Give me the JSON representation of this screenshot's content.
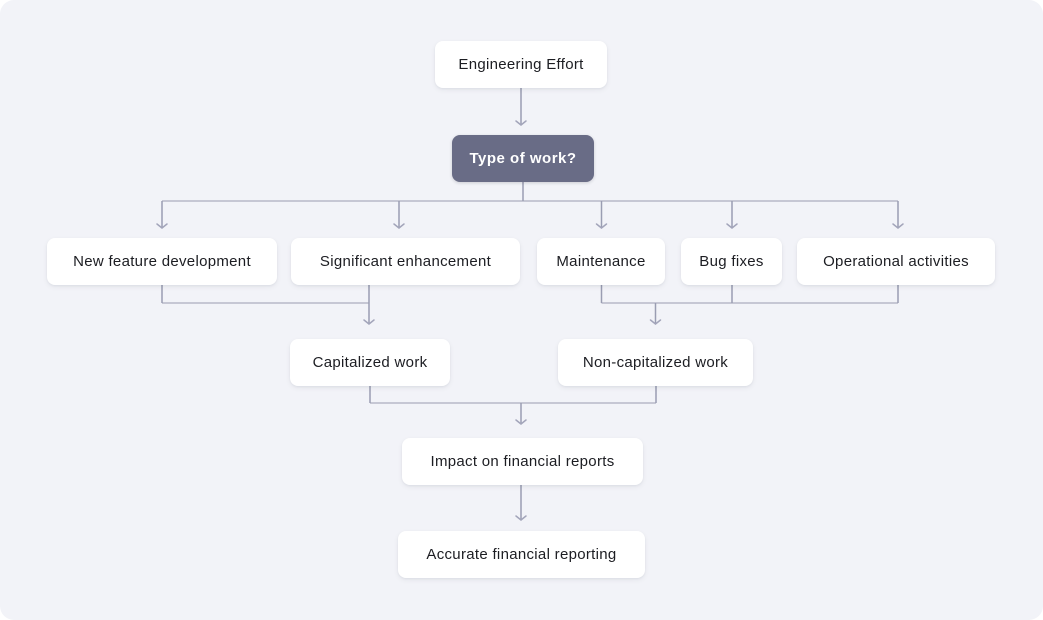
{
  "diagram": {
    "title_hint": "Engineering effort capitalization flowchart",
    "nodes": {
      "engineering_effort": {
        "label": "Engineering Effort",
        "variant": "default"
      },
      "type_of_work": {
        "label": "Type of work?",
        "variant": "decision"
      },
      "new_feature": {
        "label": "New feature development",
        "variant": "default"
      },
      "significant_enhancement": {
        "label": "Significant enhancement",
        "variant": "default"
      },
      "maintenance": {
        "label": "Maintenance",
        "variant": "default"
      },
      "bug_fixes": {
        "label": "Bug fixes",
        "variant": "default"
      },
      "operational_activities": {
        "label": "Operational activities",
        "variant": "default"
      },
      "capitalized_work": {
        "label": "Capitalized work",
        "variant": "default"
      },
      "non_capitalized_work": {
        "label": "Non-capitalized work",
        "variant": "default"
      },
      "impact_on_financial_reports": {
        "label": "Impact on financial reports",
        "variant": "default"
      },
      "accurate_financial_reporting": {
        "label": "Accurate financial reporting",
        "variant": "default"
      }
    },
    "edges": [
      {
        "from": "Engineering Effort",
        "to": "Type of work?"
      },
      {
        "from": "Type of work?",
        "to": "New feature development"
      },
      {
        "from": "Type of work?",
        "to": "Significant enhancement"
      },
      {
        "from": "Type of work?",
        "to": "Maintenance"
      },
      {
        "from": "Type of work?",
        "to": "Bug fixes"
      },
      {
        "from": "Type of work?",
        "to": "Operational activities"
      },
      {
        "from": "New feature development",
        "to": "Capitalized work"
      },
      {
        "from": "Significant enhancement",
        "to": "Capitalized work"
      },
      {
        "from": "Maintenance",
        "to": "Non-capitalized work"
      },
      {
        "from": "Bug fixes",
        "to": "Non-capitalized work"
      },
      {
        "from": "Operational activities",
        "to": "Non-capitalized work"
      },
      {
        "from": "Capitalized work",
        "to": "Impact on financial reports"
      },
      {
        "from": "Non-capitalized work",
        "to": "Impact on financial reports"
      },
      {
        "from": "Impact on financial reports",
        "to": "Accurate financial reporting"
      }
    ],
    "colors": {
      "page_background": "#f2f3f8",
      "node_background": "#ffffff",
      "node_text": "#1c1d22",
      "decision_background": "#696c86",
      "decision_text": "#ffffff",
      "connector_vertical": "#9a9db2",
      "connector_horizontal": "#c6c7d4"
    }
  }
}
